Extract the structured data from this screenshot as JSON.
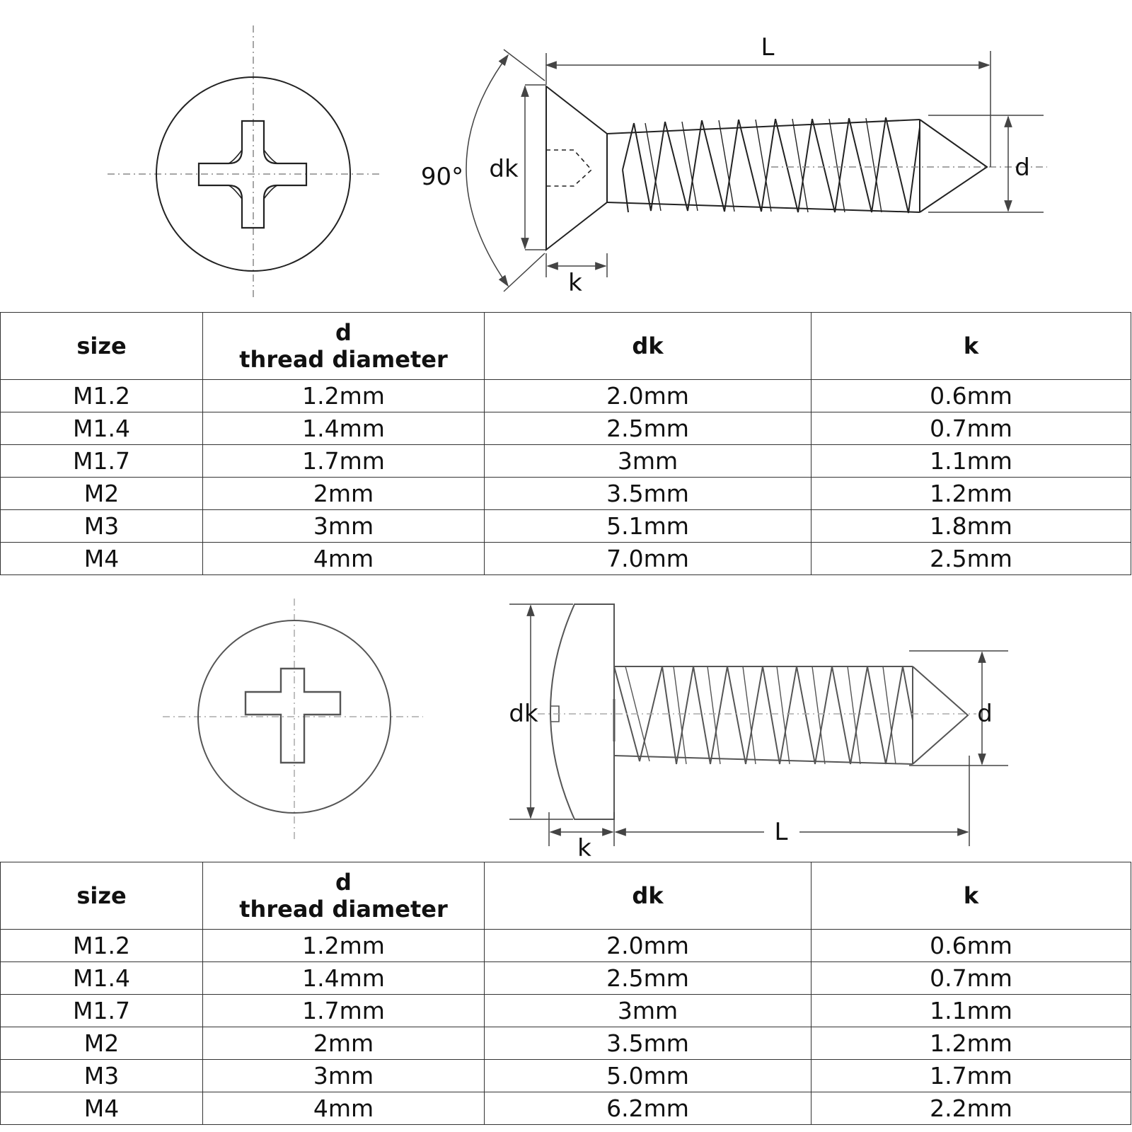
{
  "top_drawing": {
    "labels": {
      "length": "L",
      "head_diameter": "dk",
      "thread_diameter": "d",
      "head_height": "k",
      "angle": "90°"
    }
  },
  "bottom_drawing": {
    "labels": {
      "length": "L",
      "head_diameter": "dk",
      "thread_diameter": "d",
      "head_height": "k"
    }
  },
  "top_table": {
    "headers": {
      "size": "size",
      "d": "d",
      "d_sub": "thread diameter",
      "dk": "dk",
      "k": "k"
    },
    "rows": [
      [
        "M1.2",
        "1.2mm",
        "2.0mm",
        "0.6mm"
      ],
      [
        "M1.4",
        "1.4mm",
        "2.5mm",
        "0.7mm"
      ],
      [
        "M1.7",
        "1.7mm",
        "3mm",
        "1.1mm"
      ],
      [
        "M2",
        "2mm",
        "3.5mm",
        "1.2mm"
      ],
      [
        "M3",
        "3mm",
        "5.1mm",
        "1.8mm"
      ],
      [
        "M4",
        "4mm",
        "7.0mm",
        "2.5mm"
      ]
    ]
  },
  "bottom_table": {
    "headers": {
      "size": "size",
      "d": "d",
      "d_sub": "thread diameter",
      "dk": "dk",
      "k": "k"
    },
    "rows": [
      [
        "M1.2",
        "1.2mm",
        "2.0mm",
        "0.6mm"
      ],
      [
        "M1.4",
        "1.4mm",
        "2.5mm",
        "0.7mm"
      ],
      [
        "M1.7",
        "1.7mm",
        "3mm",
        "1.1mm"
      ],
      [
        "M2",
        "2mm",
        "3.5mm",
        "1.2mm"
      ],
      [
        "M3",
        "3mm",
        "5.0mm",
        "1.7mm"
      ],
      [
        "M4",
        "4mm",
        "6.2mm",
        "2.2mm"
      ]
    ]
  }
}
